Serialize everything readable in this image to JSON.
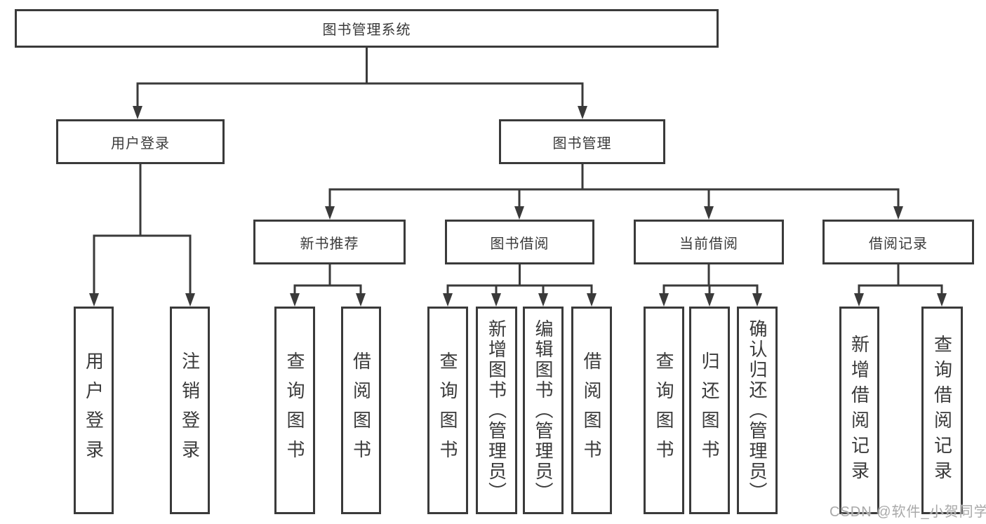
{
  "diagram": {
    "root": {
      "label": "图书管理系统"
    },
    "branches": [
      {
        "label": "用户登录",
        "children": [
          {
            "label": "用户登录"
          },
          {
            "label": "注销登录"
          }
        ]
      },
      {
        "label": "图书管理",
        "children": [
          {
            "label": "新书推荐",
            "children": [
              {
                "label": "查询图书"
              },
              {
                "label": "借阅图书"
              }
            ]
          },
          {
            "label": "图书借阅",
            "children": [
              {
                "label": "查询图书"
              },
              {
                "label": "新增图书（管理员）"
              },
              {
                "label": "编辑图书（管理员）"
              },
              {
                "label": "借阅图书"
              }
            ]
          },
          {
            "label": "当前借阅",
            "children": [
              {
                "label": "查询图书"
              },
              {
                "label": "归还图书"
              },
              {
                "label": "确认归还（管理员）"
              }
            ]
          },
          {
            "label": "借阅记录",
            "children": [
              {
                "label": "新增借阅记录"
              },
              {
                "label": "查询借阅记录"
              }
            ]
          }
        ]
      }
    ]
  },
  "colors": {
    "line": "#3a3a3a",
    "text": "#3a3a3a",
    "watermark": "#a9a9a9"
  },
  "watermark": "CSDN @软件_小贺同学"
}
